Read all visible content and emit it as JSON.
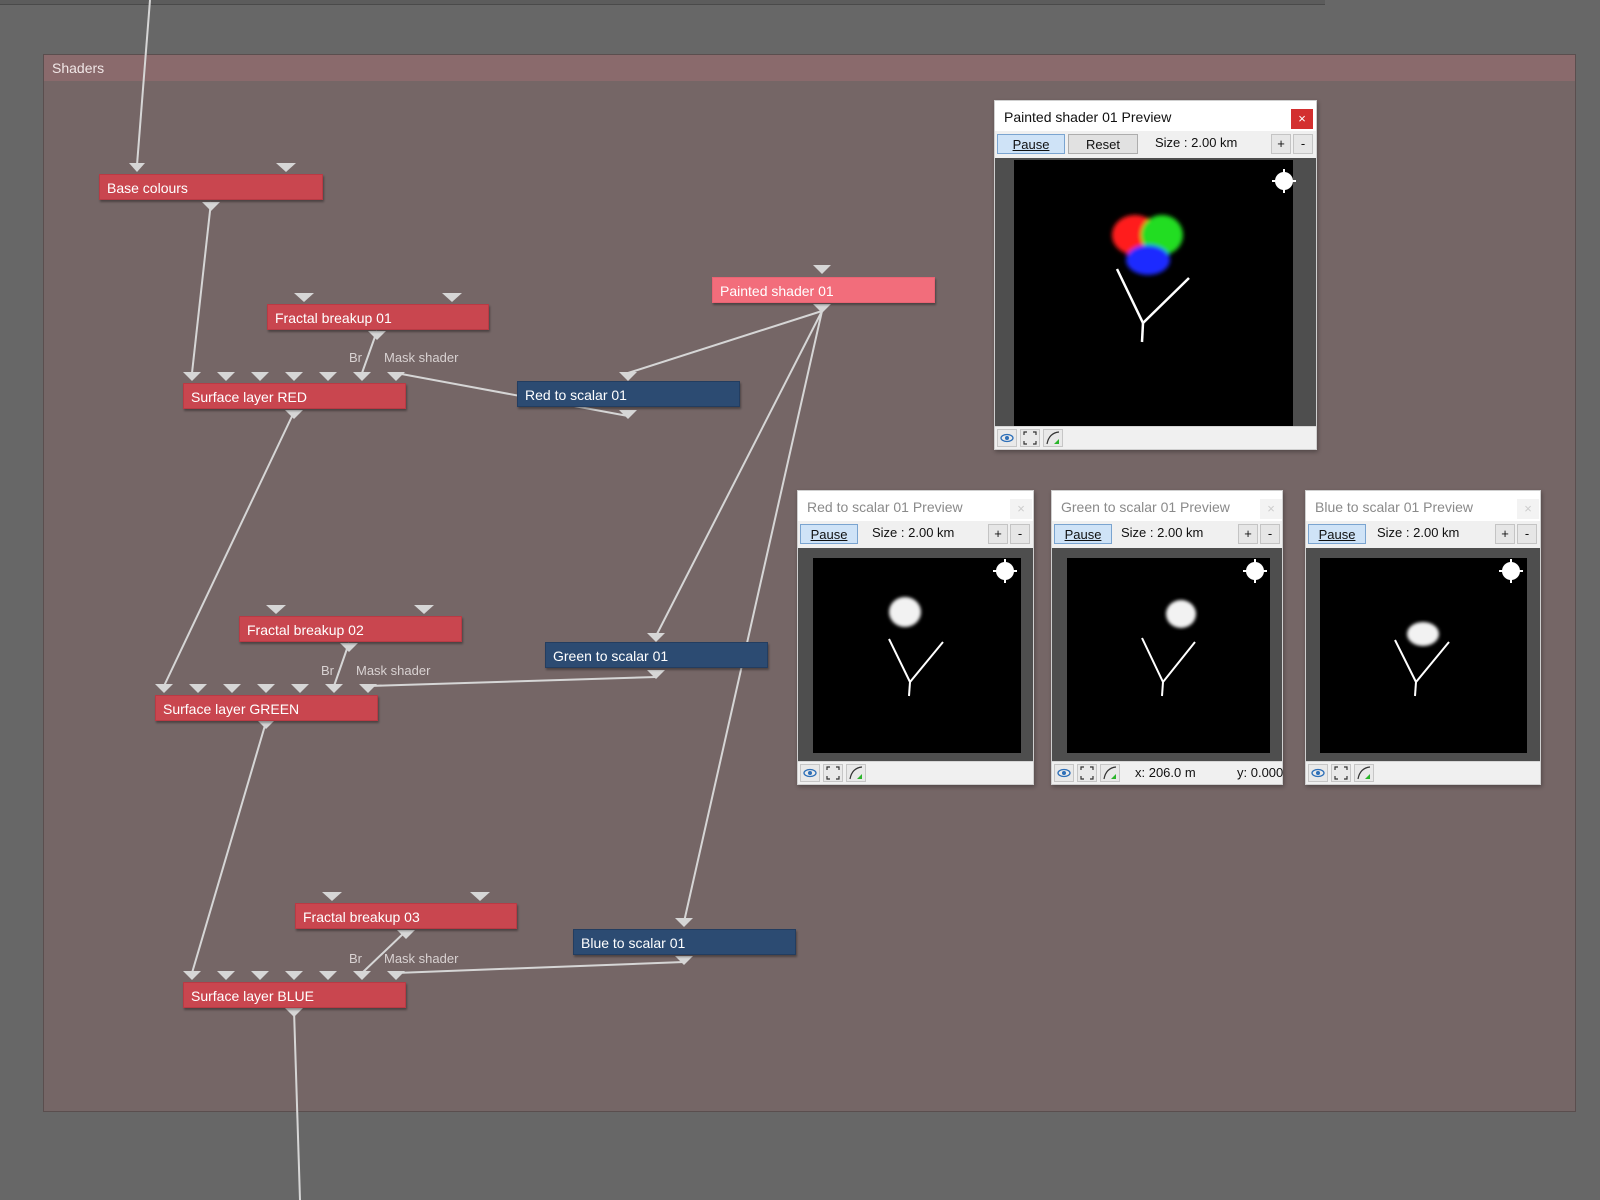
{
  "group": {
    "title": "Shaders"
  },
  "nodes": {
    "base_colours": "Base colours",
    "fractal_01": "Fractal breakup 01",
    "fractal_02": "Fractal breakup 02",
    "fractal_03": "Fractal breakup 03",
    "surface_red": "Surface layer RED",
    "surface_green": "Surface layer GREEN",
    "surface_blue": "Surface layer BLUE",
    "painted_shader": "Painted shader 01",
    "red_to_scalar": "Red to scalar 01",
    "green_to_scalar": "Green to scalar 01",
    "blue_to_scalar": "Blue to scalar 01"
  },
  "input_labels": {
    "br_red": "Br",
    "mask_red": "Mask shader",
    "br_green": "Br",
    "mask_green": "Mask shader",
    "br_blue": "Br",
    "mask_blue": "Mask shader"
  },
  "previews": {
    "painted": {
      "title": "Painted shader 01 Preview",
      "pause": "Pause",
      "reset": "Reset",
      "size": "Size : 2.00 km",
      "plus": "+",
      "minus": "-",
      "close": "×"
    },
    "red": {
      "title": "Red to scalar 01 Preview",
      "pause": "Pause",
      "size": "Size : 2.00 km",
      "plus": "+",
      "minus": "-",
      "close": "×"
    },
    "green": {
      "title": "Green to scalar 01 Preview",
      "pause": "Pause",
      "size": "Size : 2.00 km",
      "plus": "+",
      "minus": "-",
      "close": "×",
      "coord_x": "x: 206.0 m",
      "coord_y": "y: 0.000"
    },
    "blue": {
      "title": "Blue to scalar 01 Preview",
      "pause": "Pause",
      "size": "Size : 2.00 km",
      "plus": "+",
      "minus": "-",
      "close": "×"
    }
  },
  "colors": {
    "shader_node": "#c9464f",
    "selected_node": "#f26d7b",
    "scalar_node": "#2c4b72",
    "group_bg": "#756666",
    "wire": "#d9d9d9"
  },
  "icons": [
    "eye-icon",
    "fit-view-icon",
    "curve-icon",
    "sun-gizmo-icon"
  ]
}
